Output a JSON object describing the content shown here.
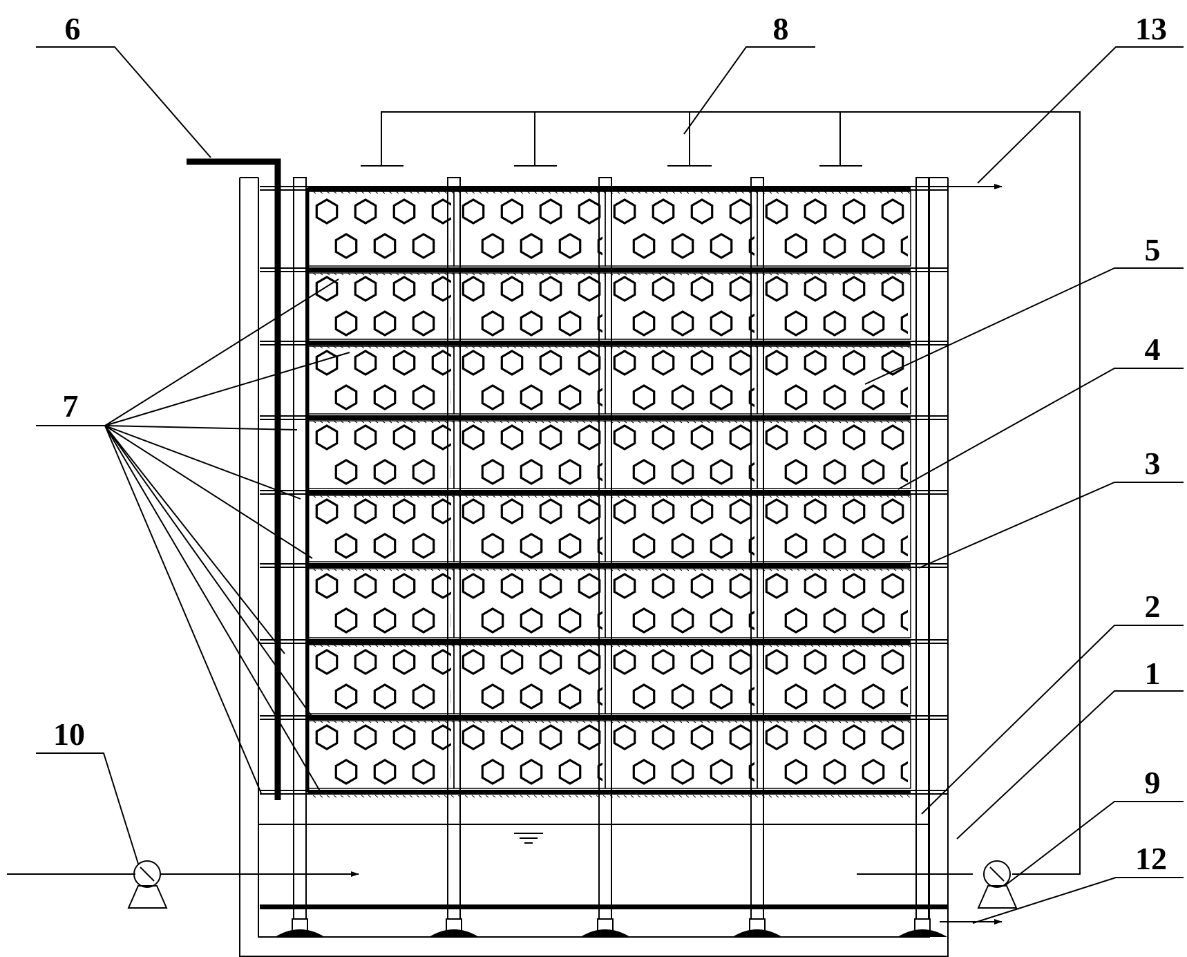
{
  "callouts": [
    {
      "id": "1",
      "text": "1"
    },
    {
      "id": "2",
      "text": "2"
    },
    {
      "id": "3",
      "text": "3"
    },
    {
      "id": "4",
      "text": "4"
    },
    {
      "id": "5",
      "text": "5"
    },
    {
      "id": "6",
      "text": "6"
    },
    {
      "id": "7",
      "text": "7"
    },
    {
      "id": "8",
      "text": "8"
    },
    {
      "id": "9",
      "text": "9"
    },
    {
      "id": "10",
      "text": "10"
    },
    {
      "id": "12",
      "text": "12"
    },
    {
      "id": "13",
      "text": "13"
    }
  ]
}
